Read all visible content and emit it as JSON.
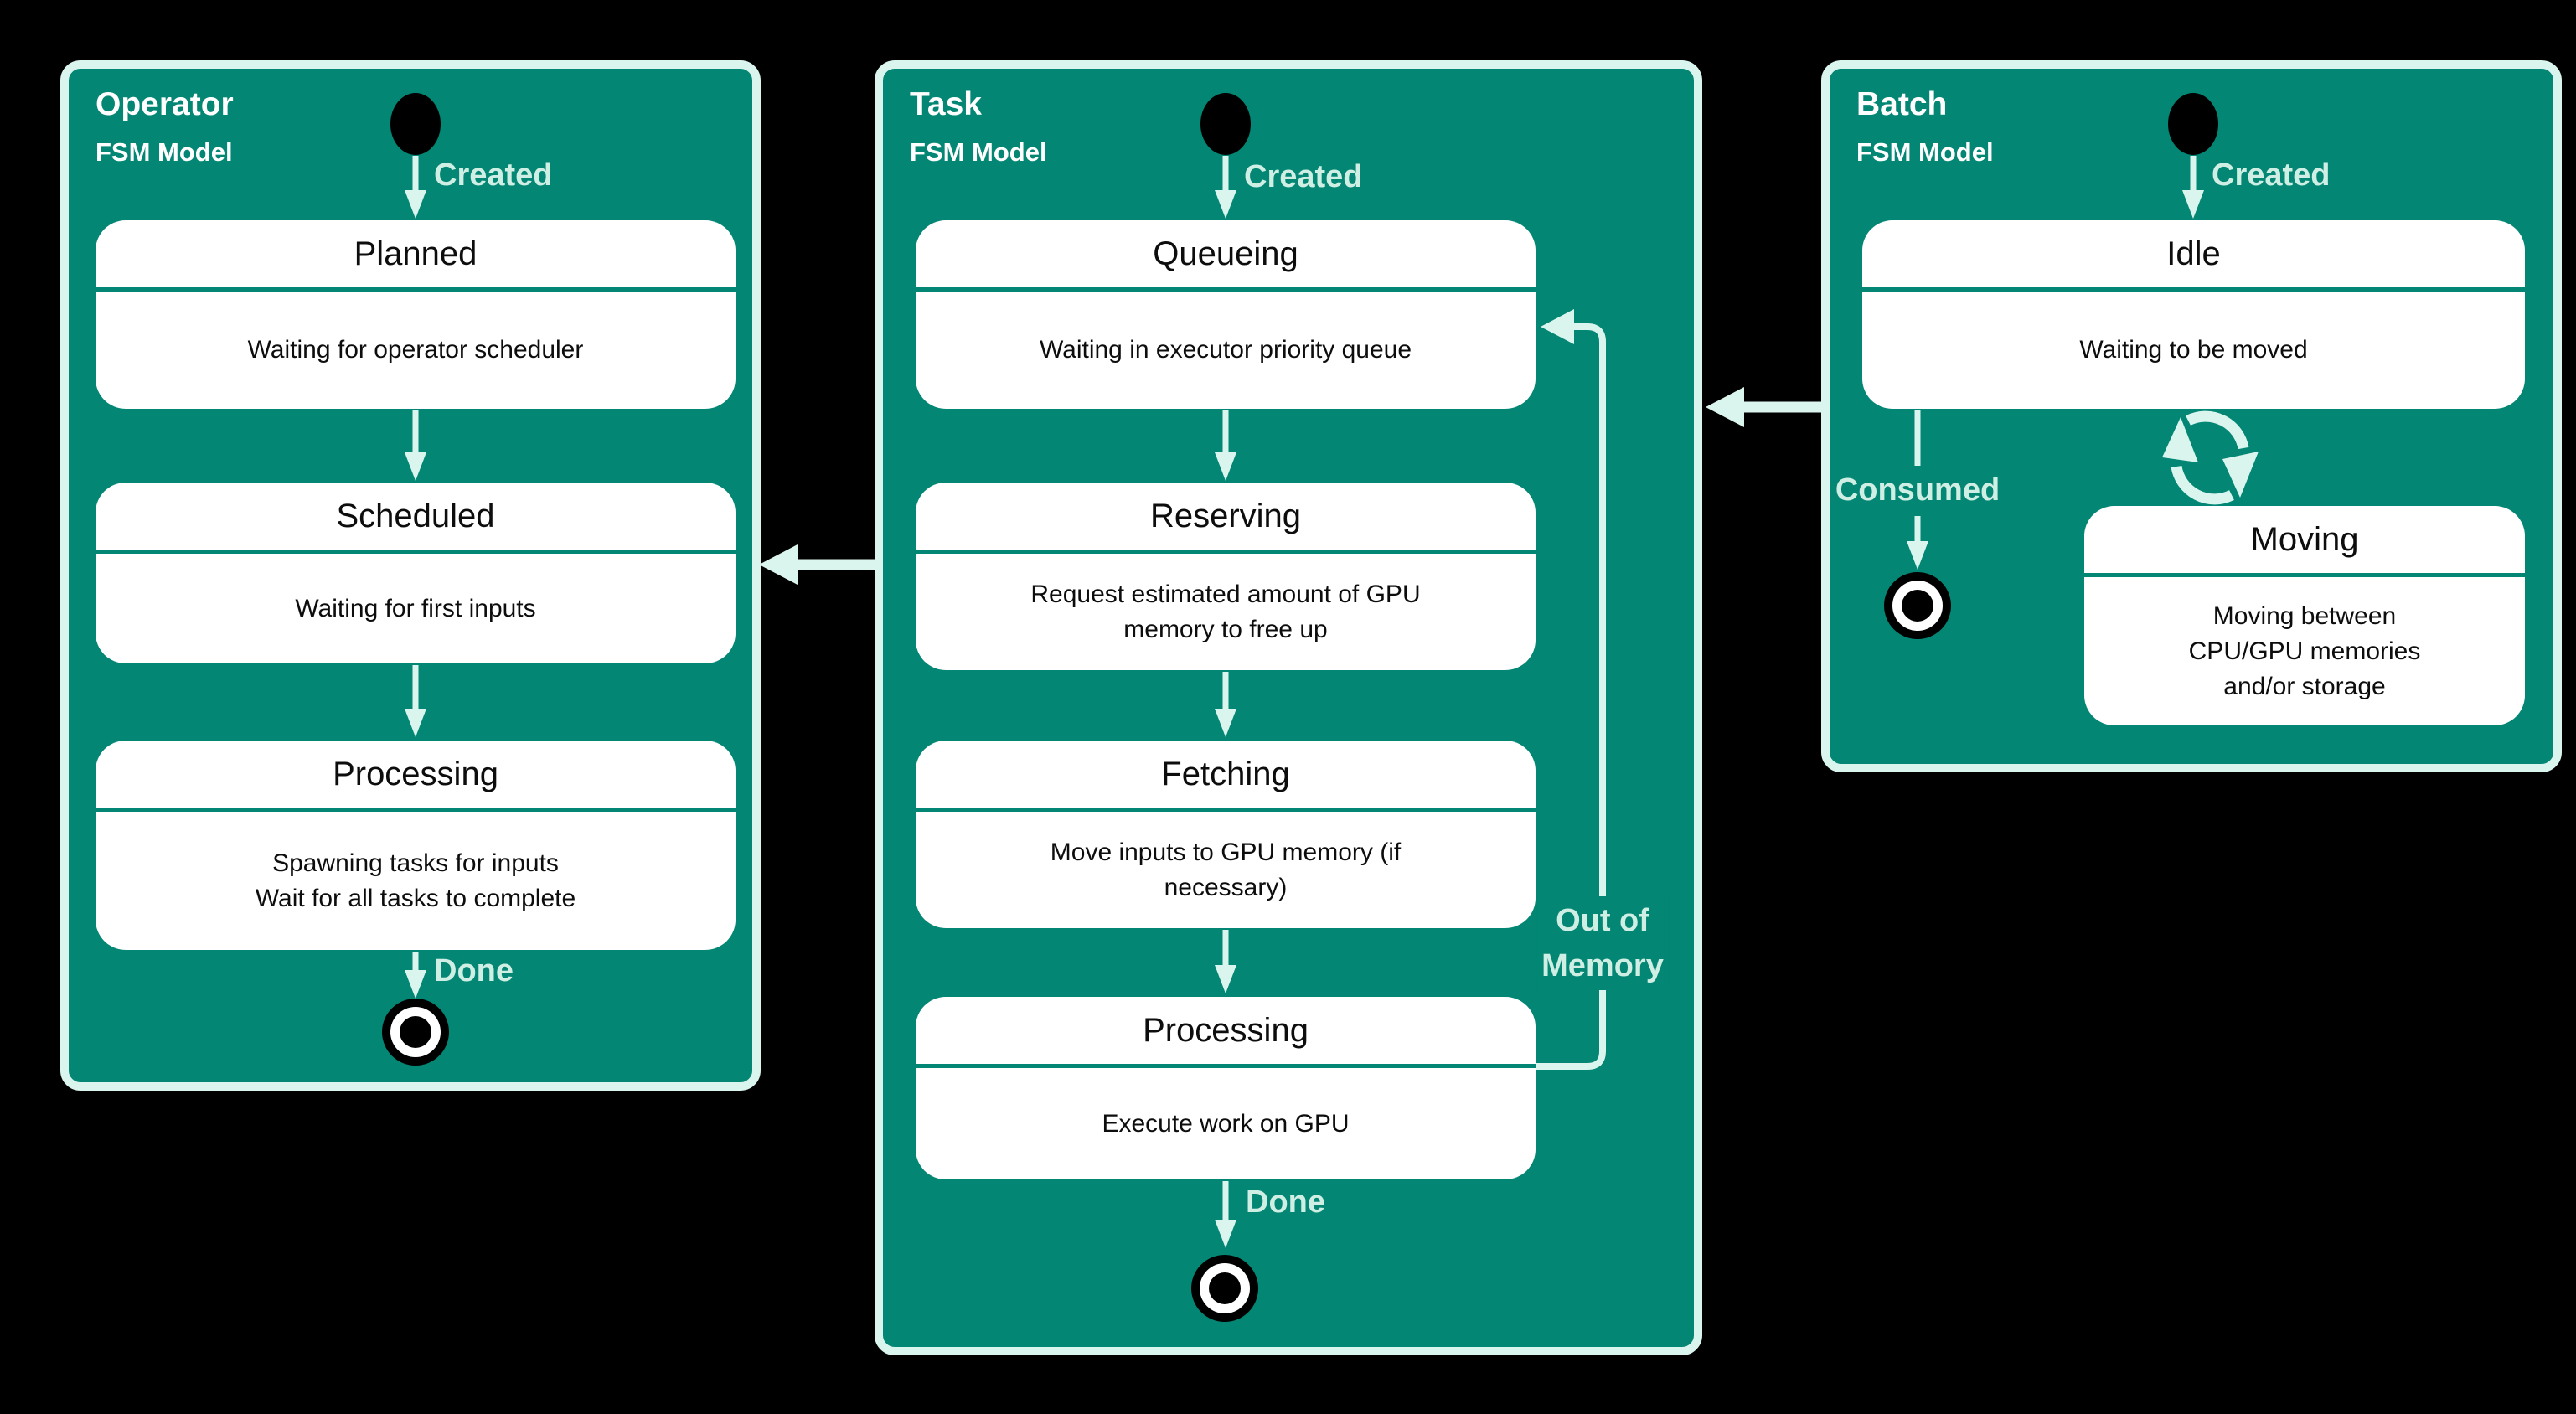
{
  "colors": {
    "background": "#000000",
    "panel_fill": "#038674",
    "panel_border": "#d9f5ee",
    "label_text": "#cfeee4",
    "state_box_fill": "#ffffff",
    "state_text": "#0d0d0d"
  },
  "panels": [
    {
      "title": "Operator",
      "subtitle": "FSM Model",
      "created_label": "Created",
      "done_label": "Done",
      "states": [
        {
          "name": "Planned",
          "desc": "Waiting for operator scheduler"
        },
        {
          "name": "Scheduled",
          "desc": "Waiting for first inputs"
        },
        {
          "name": "Processing",
          "desc": "Spawning tasks for inputs\nWait for all tasks to complete"
        }
      ]
    },
    {
      "title": "Task",
      "subtitle": "FSM Model",
      "created_label": "Created",
      "done_label": "Done",
      "loop_label": "Out of\nMemory",
      "states": [
        {
          "name": "Queueing",
          "desc": "Waiting in executor priority queue"
        },
        {
          "name": "Reserving",
          "desc": "Request estimated amount of GPU\nmemory to free up"
        },
        {
          "name": "Fetching",
          "desc": "Move inputs to GPU memory (if\nnecessary)"
        },
        {
          "name": "Processing",
          "desc": "Execute work on GPU"
        }
      ]
    },
    {
      "title": "Batch",
      "subtitle": "FSM Model",
      "created_label": "Created",
      "consumed_label": "Consumed",
      "states": [
        {
          "name": "Idle",
          "desc": "Waiting to be moved"
        },
        {
          "name": "Moving",
          "desc": "Moving between\nCPU/GPU memories\nand/or storage"
        }
      ]
    }
  ]
}
